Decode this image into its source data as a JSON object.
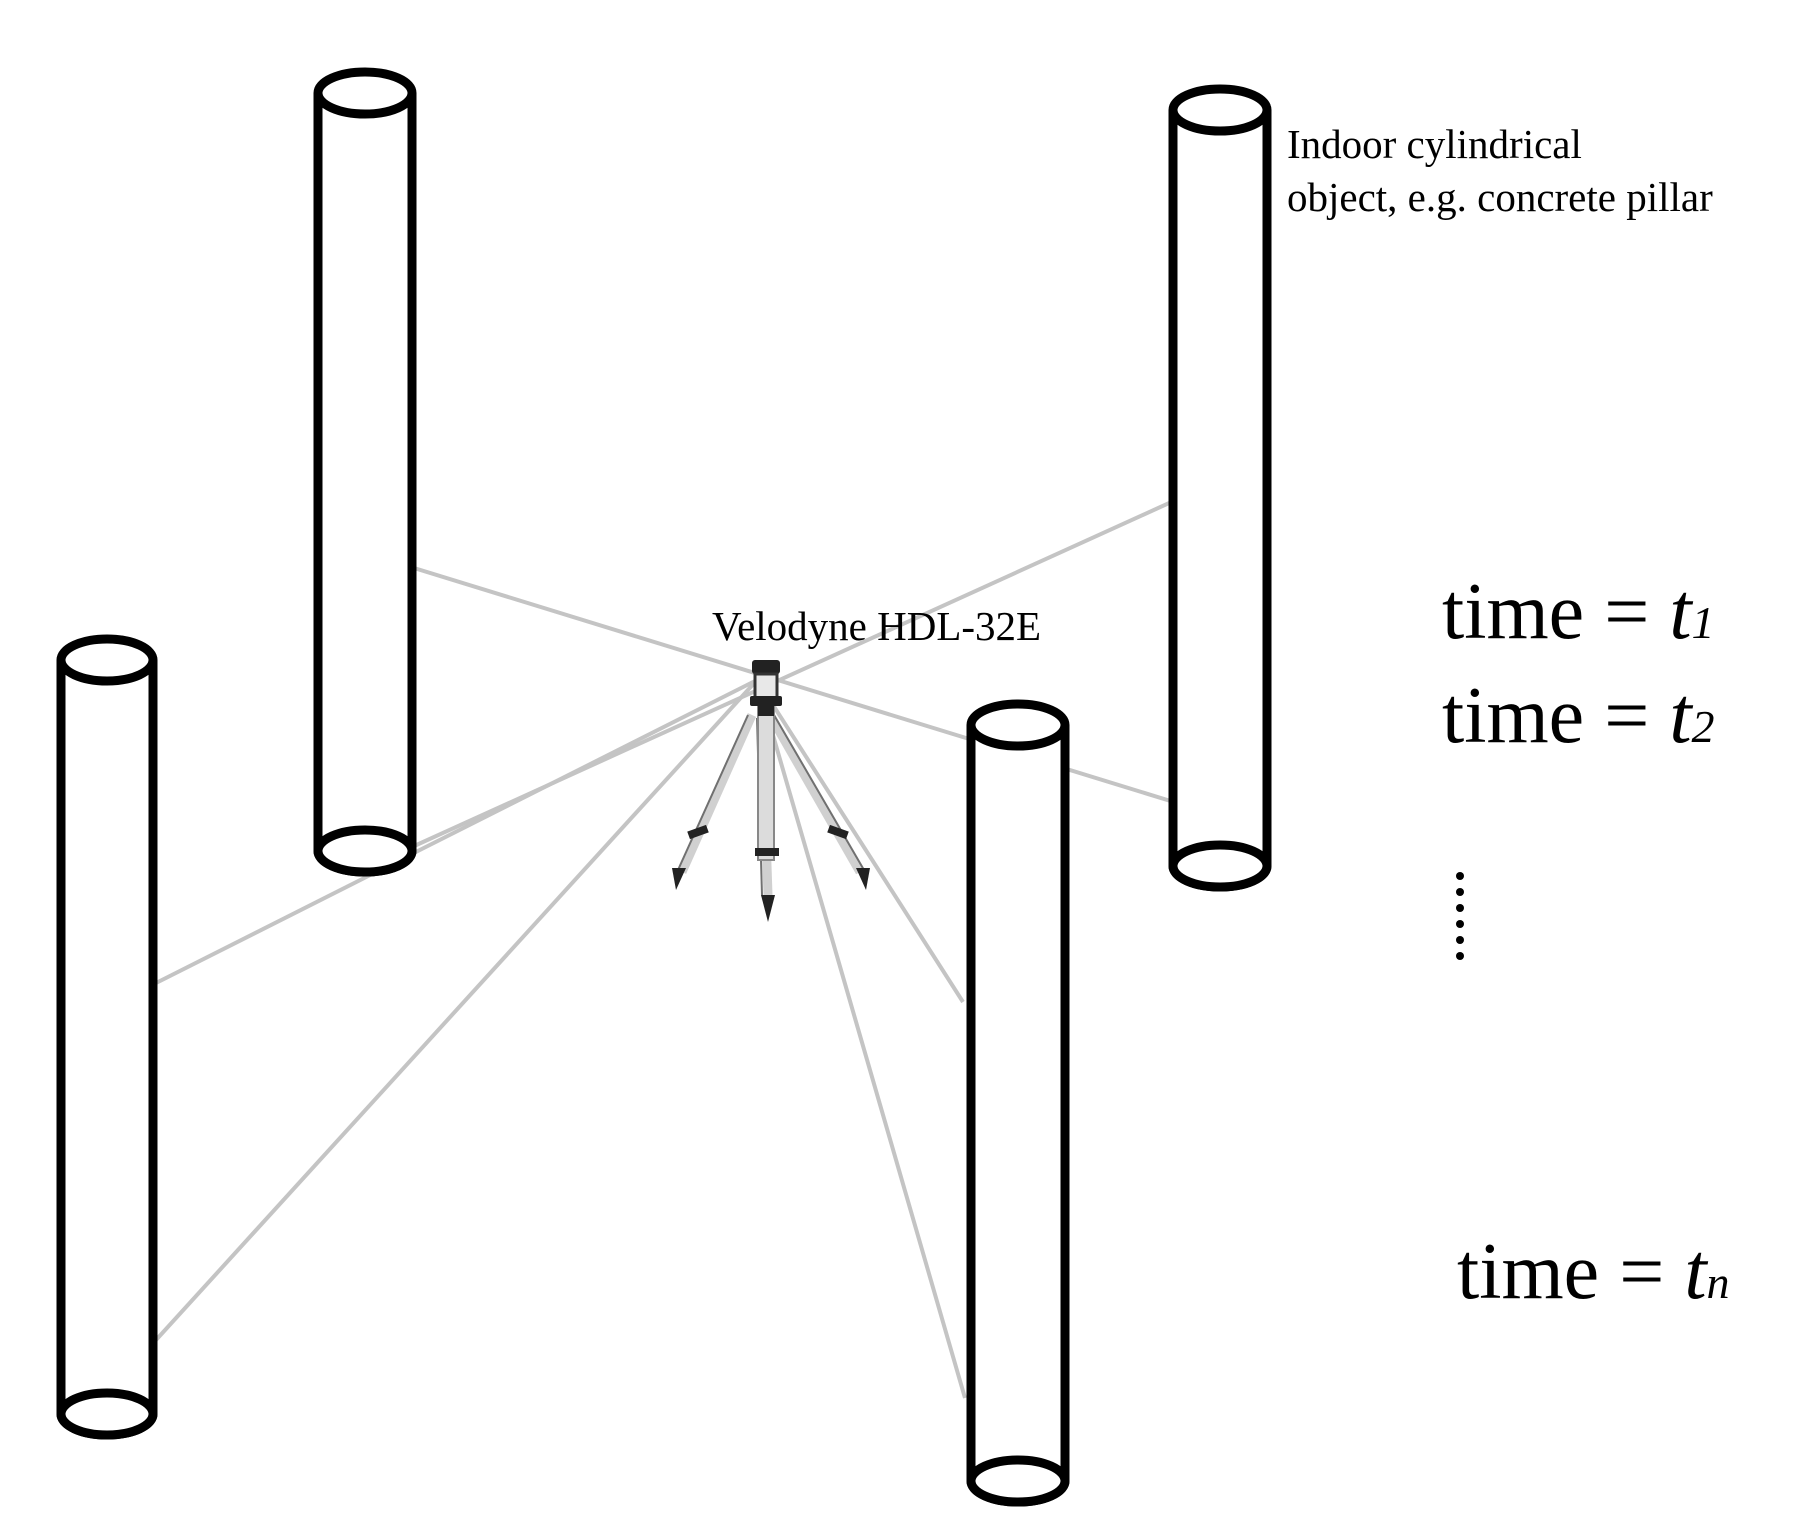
{
  "labels": {
    "scanner": "Velodyne HDL-32E",
    "object_line1": "Indoor cylindrical",
    "object_line2": "object, e.g. concrete pillar"
  },
  "time_labels": [
    {
      "prefix": "time = ",
      "var": "t",
      "sub": "1"
    },
    {
      "prefix": "time = ",
      "var": "t",
      "sub": "2"
    },
    {
      "prefix": "time = ",
      "var": "t",
      "sub": "n"
    }
  ],
  "ellipsis": "......",
  "colors": {
    "pillar_outline": "#000000",
    "scan_ray": "#c4c4c4",
    "background": "#ffffff"
  }
}
